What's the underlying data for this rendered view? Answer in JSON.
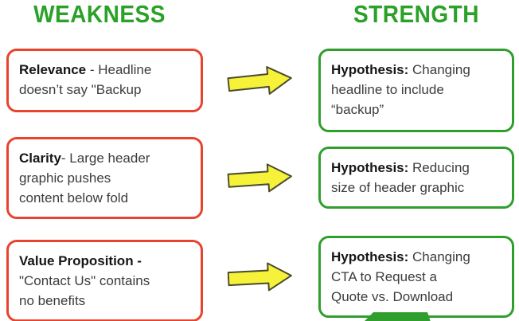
{
  "headers": {
    "left": "WEAKNESS",
    "right": "STRENGTH"
  },
  "colors": {
    "header_green": "#2aa127",
    "weakness_border": "#e8432d",
    "strength_border": "#2f9e2d",
    "arrow_fill": "#f6f23a",
    "arrow_outline": "#4a4a2e",
    "text": "#3c3c3c"
  },
  "rows": [
    {
      "weakness": {
        "bold": "Relevance",
        "rest": " - Headline",
        "lines": [
          "doesn’t say \"Backup"
        ]
      },
      "strength": {
        "bold": "Hypothesis:",
        "rest": " Changing",
        "lines": [
          "headline to include",
          "“backup”"
        ]
      }
    },
    {
      "weakness": {
        "bold": "Clarity",
        "rest": "- Large header",
        "lines": [
          "graphic pushes",
          "content below fold"
        ]
      },
      "strength": {
        "bold": "Hypothesis:",
        "rest": " Reducing",
        "lines": [
          "size of header graphic"
        ]
      }
    },
    {
      "weakness": {
        "bold": "Value Proposition -",
        "rest": "",
        "lines": [
          "\"Contact Us\" contains",
          "no benefits"
        ]
      },
      "strength": {
        "bold": "Hypothesis:",
        "rest": " Changing",
        "lines": [
          "CTA to Request a",
          "Quote vs. Download"
        ]
      }
    }
  ]
}
